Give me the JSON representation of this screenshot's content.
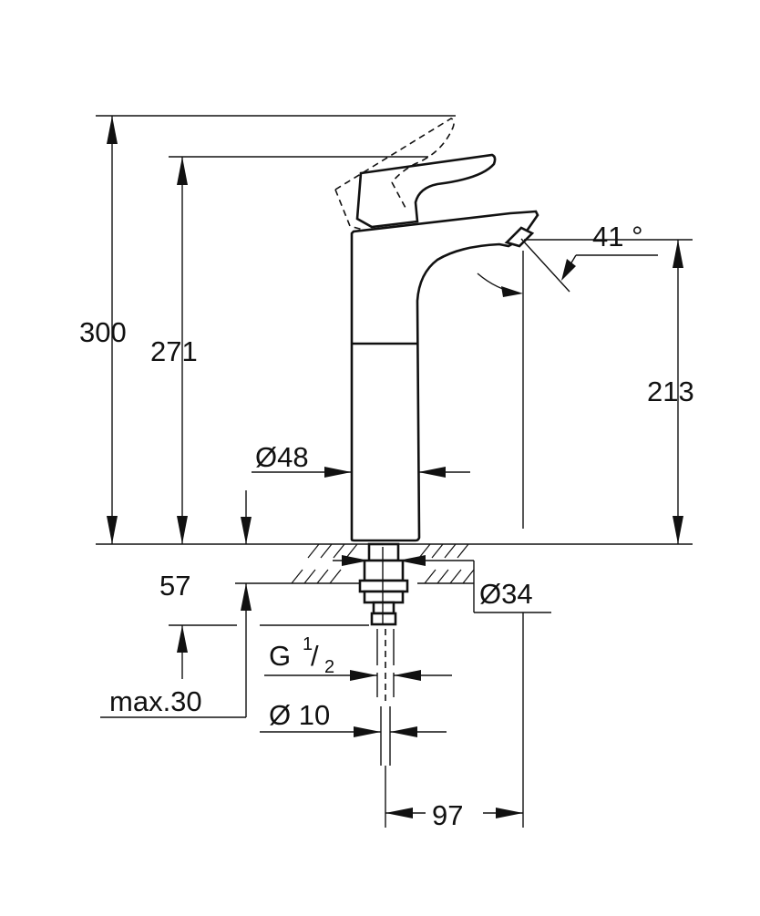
{
  "dimensions": {
    "total_height": "300",
    "spout_height": "271",
    "outlet_height": "213",
    "body_diameter": "Ø48",
    "hole_diameter": "Ø34",
    "thread_prefix": "G",
    "thread_num": "1",
    "thread_den": "2",
    "hose_diameter": "Ø 10",
    "shank_length": "57",
    "deck_thickness": "max.30",
    "projection": "97",
    "outlet_angle": "41 °"
  }
}
